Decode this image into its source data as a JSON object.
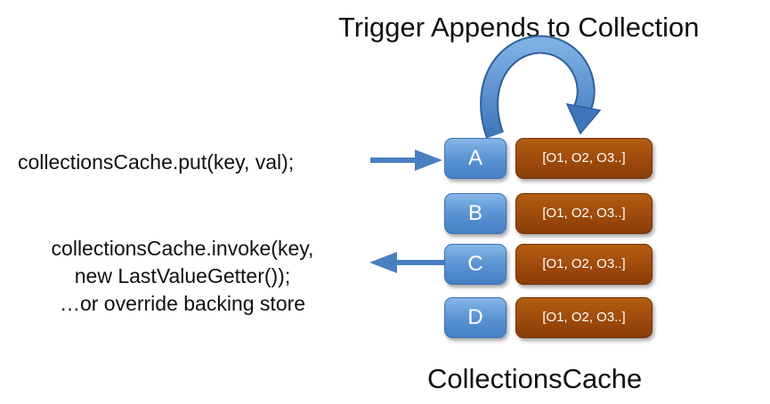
{
  "title": "Trigger Appends to Collection",
  "caption": "CollectionsCache",
  "put_call": "collectionsCache.put(key, val);",
  "invoke_call": {
    "line1": "collectionsCache.invoke(key,",
    "line2": "new LastValueGetter());",
    "line3": "…or override backing store"
  },
  "entries": [
    {
      "key": "A",
      "value": "[O1, O2, O3..]"
    },
    {
      "key": "B",
      "value": "[O1, O2, O3..]"
    },
    {
      "key": "C",
      "value": "[O1, O2, O3..]"
    },
    {
      "key": "D",
      "value": "[O1, O2, O3..]"
    }
  ],
  "colors": {
    "key_box": "#5e97d5",
    "value_box": "#9e4a0b",
    "arrow": "#4a7fc2"
  },
  "icons": {
    "put_arrow": "arrow-right",
    "invoke_arrow": "arrow-left",
    "trigger_arrow": "curved-loop-arrow"
  }
}
